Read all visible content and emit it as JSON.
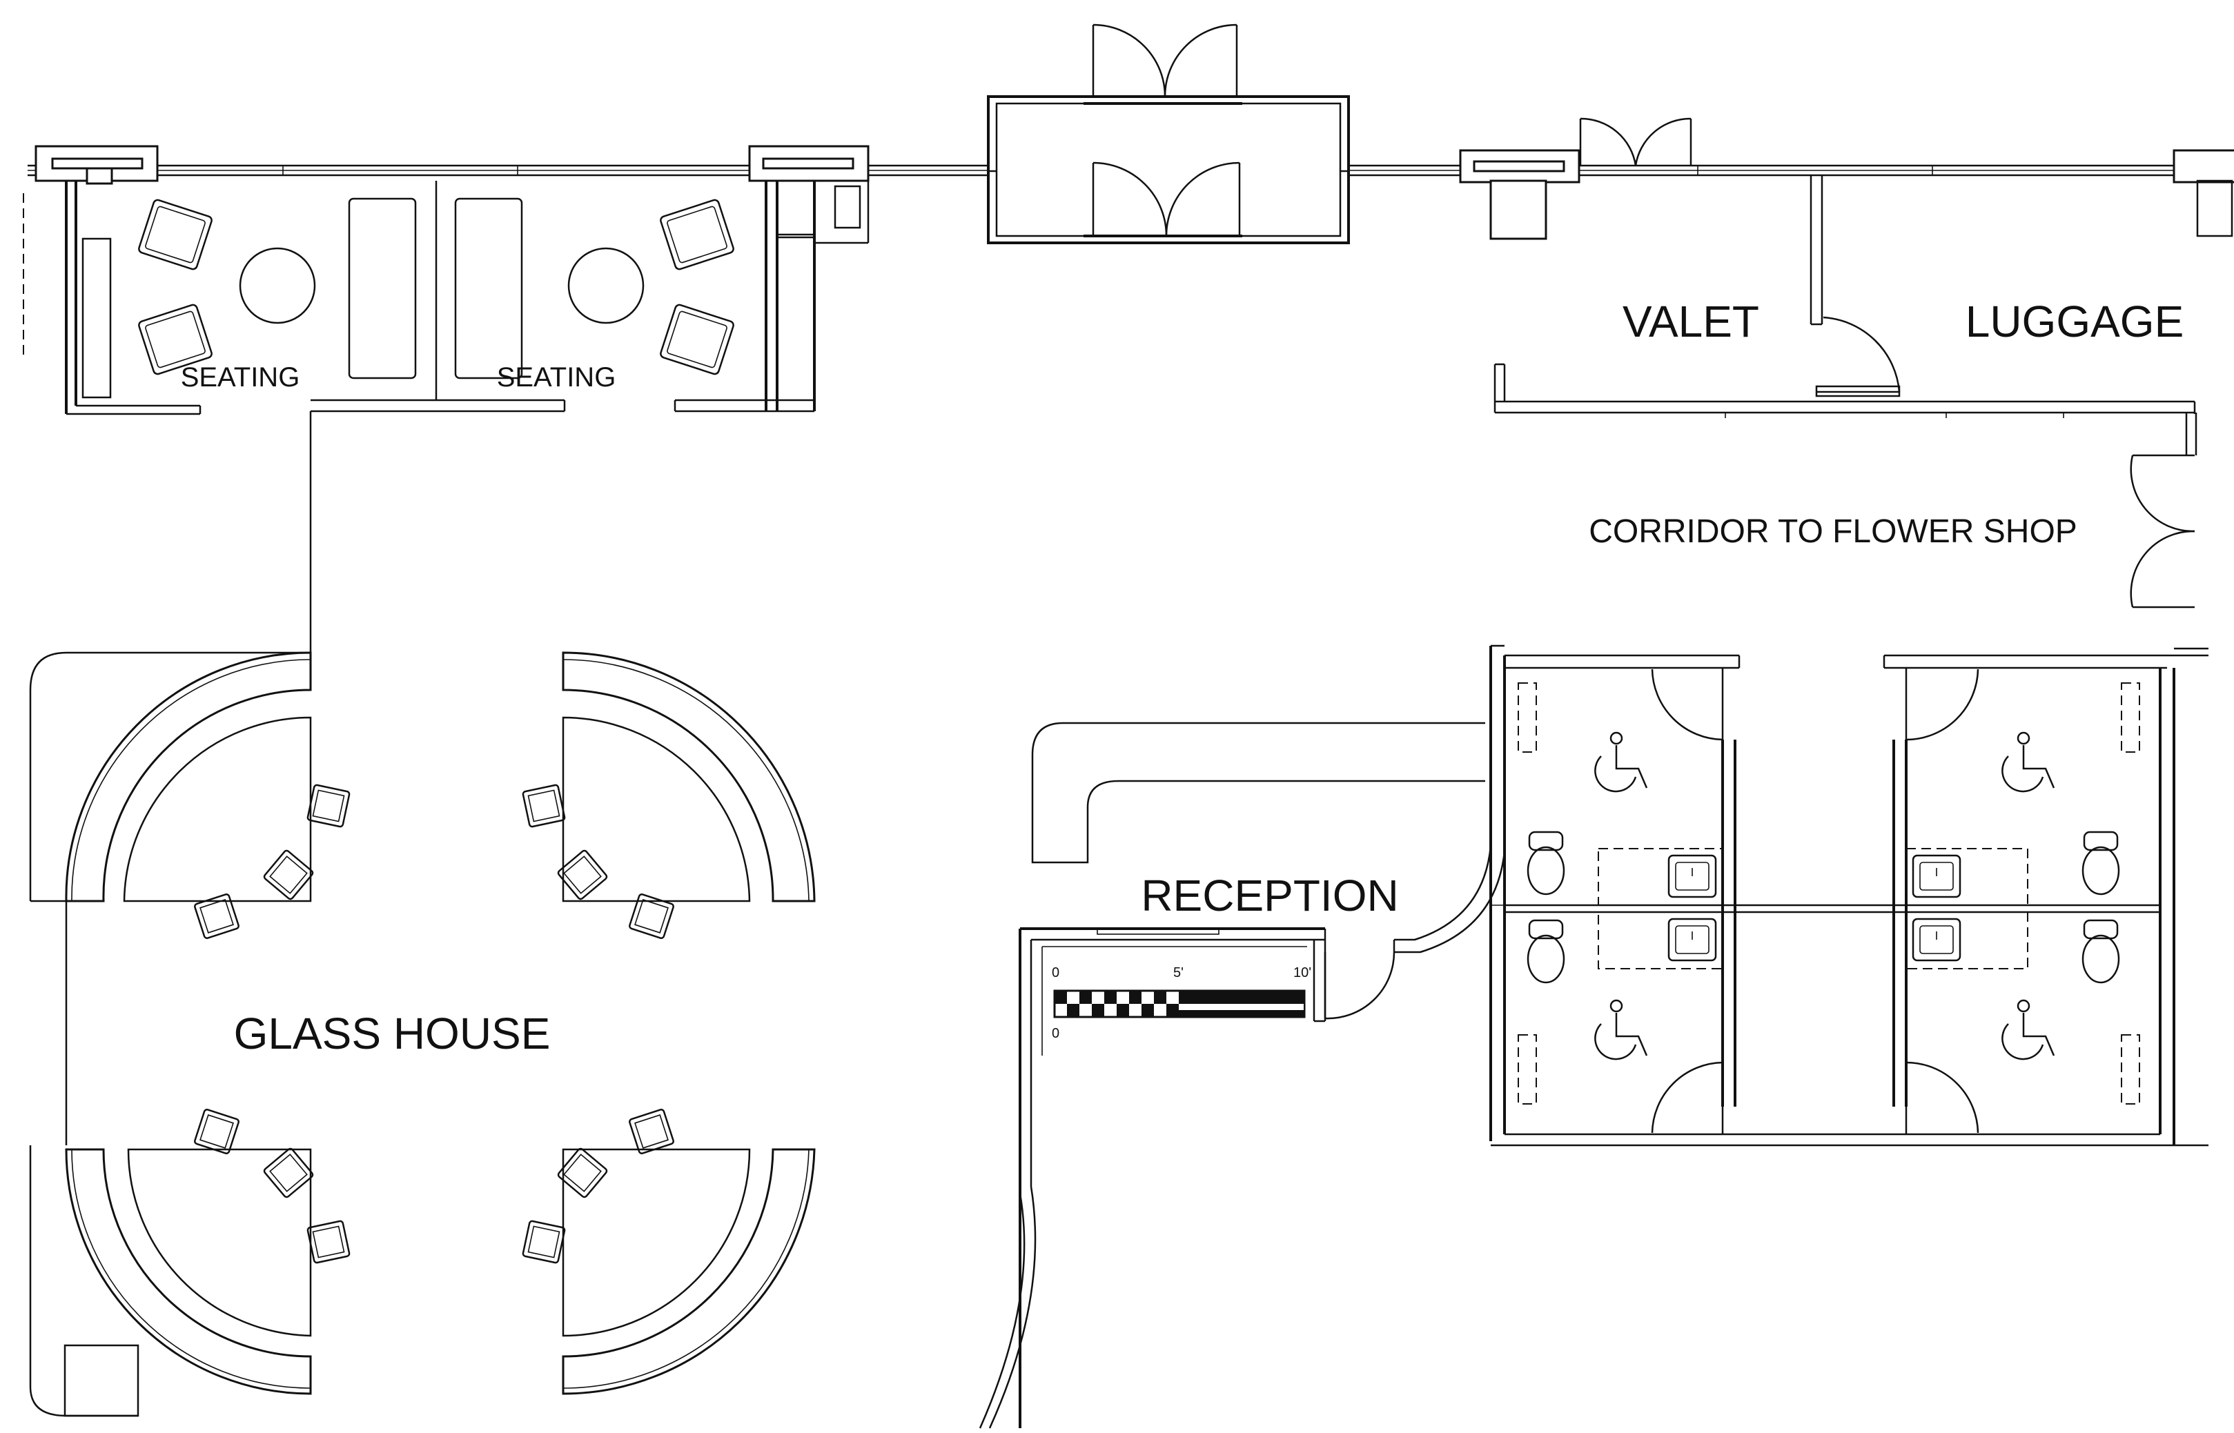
{
  "labels": {
    "seating_left": "SEATING",
    "seating_right": "SEATING",
    "valet": "VALET",
    "luggage": "LUGGAGE",
    "corridor": "CORRIDOR TO FLOWER SHOP",
    "reception": "RECEPTION",
    "glass_house": "GLASS HOUSE"
  },
  "scale_bar": {
    "tick_0": "0",
    "tick_5": "5'",
    "tick_10": "10'",
    "origin": "0"
  },
  "icons": [
    "wheelchair-icon",
    "toilet-icon",
    "sink-icon",
    "chair-icon",
    "round-table-icon",
    "door-swing-icon"
  ]
}
